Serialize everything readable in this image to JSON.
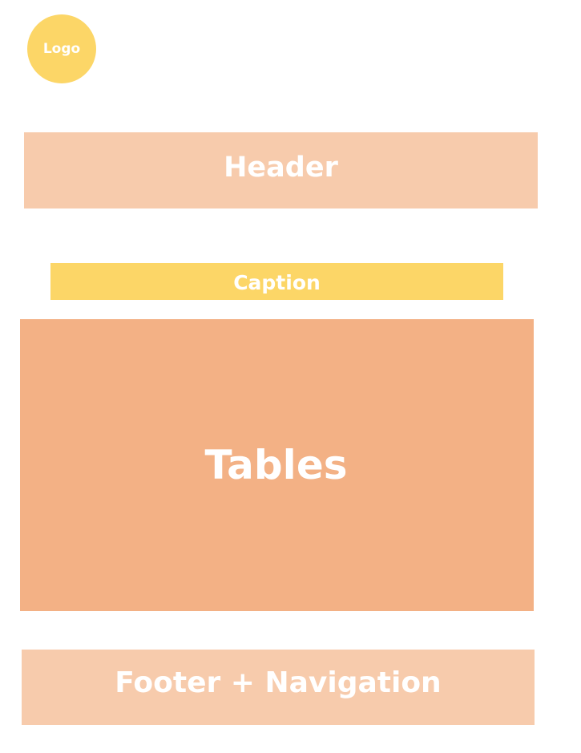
{
  "logo": {
    "label": "Logo",
    "color": "#FCD667"
  },
  "header": {
    "label": "Header",
    "color": "#F7CBAC"
  },
  "caption": {
    "label": "Caption",
    "color": "#FCD667"
  },
  "tables": {
    "label": "Tables",
    "color": "#F3B185"
  },
  "footer": {
    "label": "Footer + Navigation",
    "color": "#F7CBAC"
  }
}
